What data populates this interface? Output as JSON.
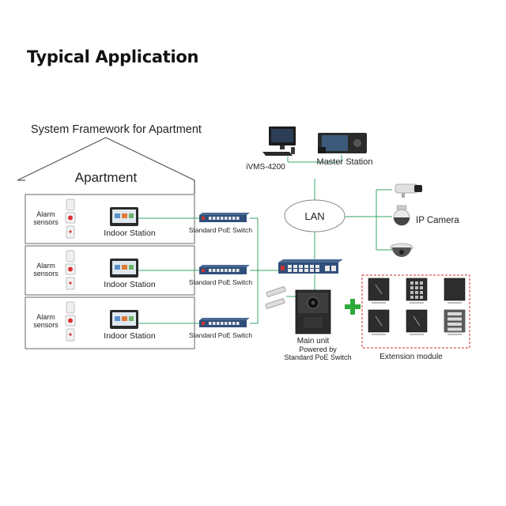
{
  "heading": "Typical Application",
  "diagram": {
    "framework_title": "System Framework for Apartment",
    "building_label": "Apartment",
    "floors": [
      {
        "alarm_label_1": "Alarm",
        "alarm_label_2": "sensors",
        "station_label": "Indoor Station",
        "switch_label": "Standard PoE Switch"
      },
      {
        "alarm_label_1": "Alarm",
        "alarm_label_2": "sensors",
        "station_label": "Indoor Station",
        "switch_label": "Standard PoE Switch"
      },
      {
        "alarm_label_1": "Alarm",
        "alarm_label_2": "sensors",
        "station_label": "Indoor Station",
        "switch_label": "Standard PoE Switch"
      }
    ],
    "ivms_label": "iVMS-4200",
    "master_station_label": "Master Station",
    "lan_label": "LAN",
    "ip_camera_label": "IP Camera",
    "main_unit_label": "Main unit",
    "powered_label_1": "Powered by",
    "powered_label_2": "Standard PoE Switch",
    "extension_label": "Extension module",
    "colors": {
      "link": "#3aa66a",
      "plus": "#2eaa3a",
      "dash_border": "#d0312d"
    }
  }
}
